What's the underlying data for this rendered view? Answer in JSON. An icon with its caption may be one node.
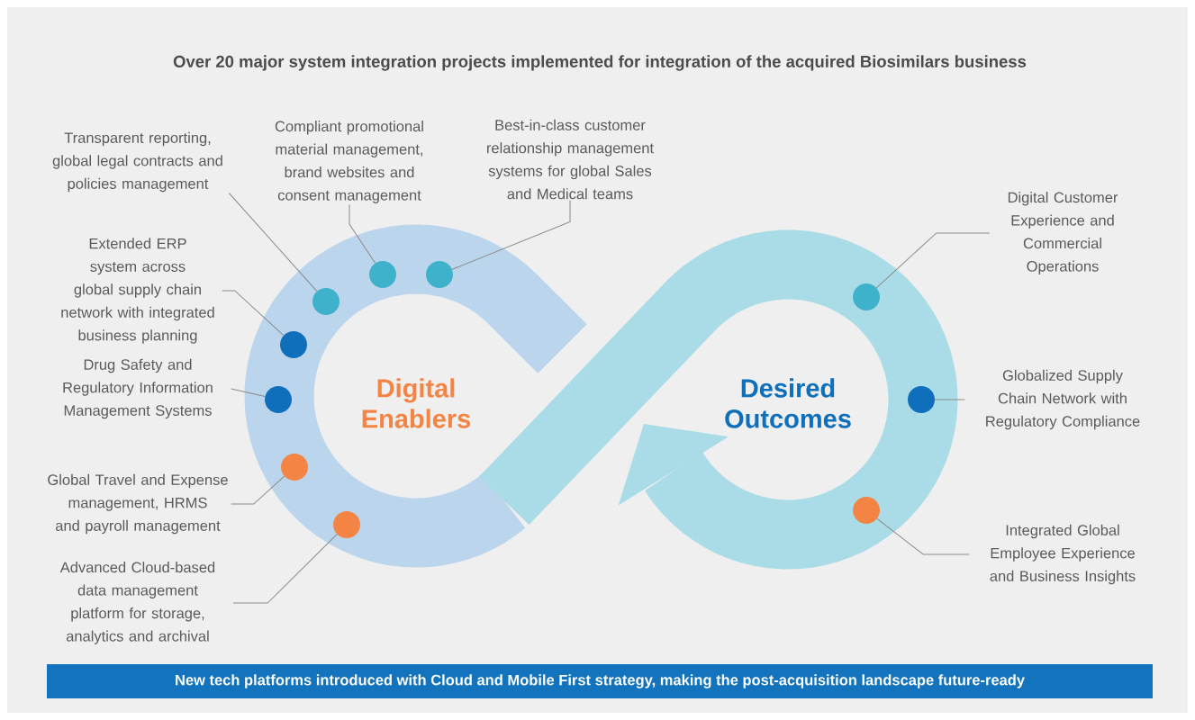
{
  "diagram": {
    "title": "Over 20 major system integration projects implemented for integration of the acquired Biosimilars business",
    "nodes": [
      {
        "text": [
          "Transparent reporting, global legal contracts and policies management"
        ]
      },
      {
        "text": [
          "Compliant promotional material management, brand websites and consent management"
        ]
      },
      {
        "text": [
          "Best-in-class customer relationship management systems for global Sales and Medical teams"
        ]
      },
      {
        "text": [
          "Extended ERP system across global supply chain network with integrated business planning"
        ]
      },
      {
        "text": [
          "Drug Safety and Regulatory Information Management Systems"
        ]
      },
      {
        "text": [
          "Global Travel and Expense management, HRMS and payroll management"
        ]
      },
      {
        "text": [
          "Advanced Cloud-based data management platform for storage, analytics and archival"
        ]
      },
      {
        "text": [
          "Digital Customer Experience and Commercial Operations"
        ]
      },
      {
        "text": [
          "Globalized Supply Chain Network with Regulatory Compliance"
        ]
      },
      {
        "text": [
          "Integrated Global Employee Experience and Business Insights"
        ]
      },
      {
        "text": [],
        "shape": "circle"
      },
      {
        "text": [],
        "shape": "circle"
      },
      {
        "text": [],
        "shape": "circle"
      },
      {
        "text": [],
        "shape": "circle"
      },
      {
        "text": [],
        "shape": "circle"
      },
      {
        "text": [],
        "shape": "circle"
      },
      {
        "text": [],
        "shape": "circle"
      },
      {
        "text": [],
        "shape": "circle"
      },
      {
        "text": [],
        "shape": "circle"
      },
      {
        "text": [],
        "shape": "circle"
      },
      {
        "text": [
          "New tech platforms introduced with Cloud and Mobile First strategy, making the post-acquisition landscape future-ready"
        ]
      }
    ],
    "edges": [
      {
        "from": 0,
        "to": 13,
        "arrow": "none"
      },
      {
        "from": 1,
        "to": 15,
        "arrow": "none"
      },
      {
        "from": 2,
        "to": 16,
        "arrow": "none"
      },
      {
        "from": 3,
        "to": 11,
        "arrow": "none"
      },
      {
        "from": 4,
        "to": 10,
        "arrow": "none"
      },
      {
        "from": 5,
        "to": 12,
        "arrow": "none"
      },
      {
        "from": 6,
        "to": 14,
        "arrow": "none"
      },
      {
        "from": 7,
        "to": 17,
        "arrow": "none"
      },
      {
        "from": 8,
        "to": 19,
        "arrow": "none"
      },
      {
        "from": 9,
        "to": 18,
        "arrow": "none"
      }
    ],
    "labels": [
      "Digital Enablers",
      "Desired Outcomes"
    ]
  }
}
